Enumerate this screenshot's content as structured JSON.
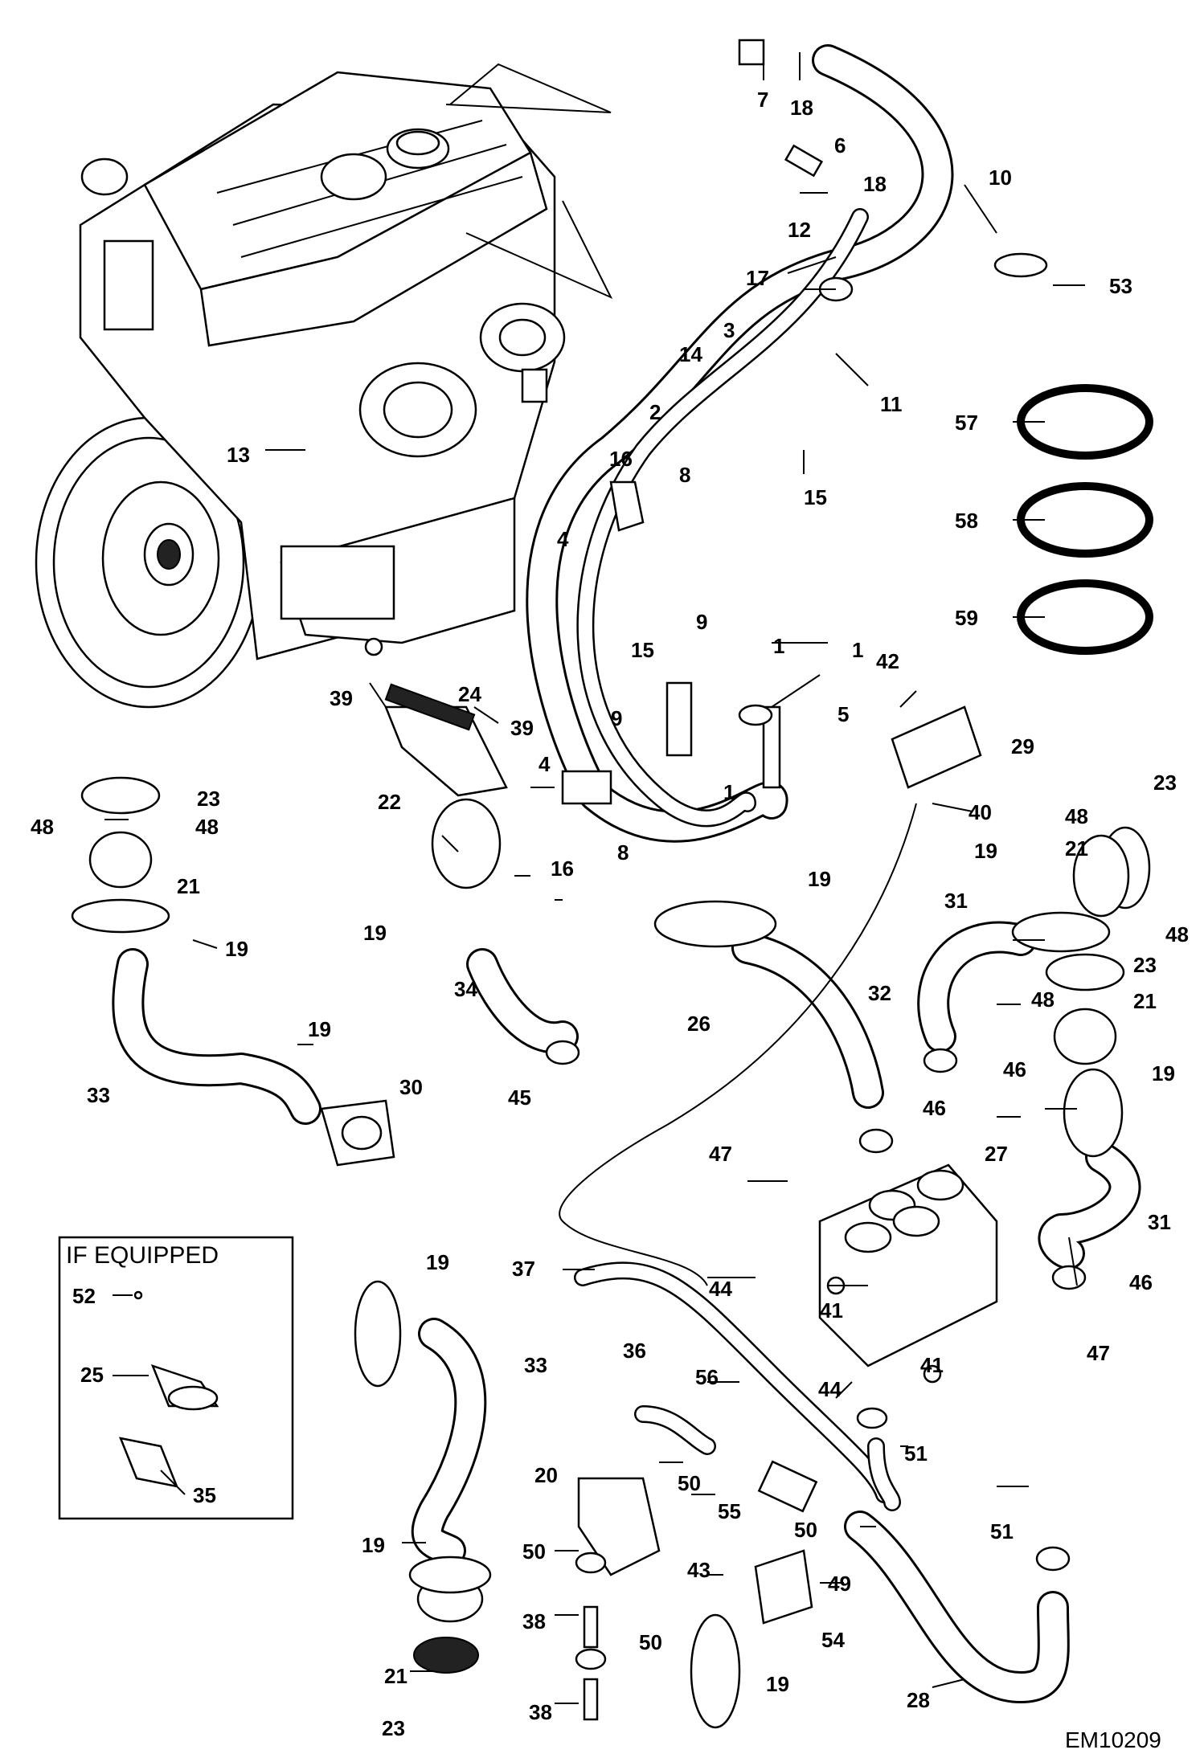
{
  "reference_code": "EM10209",
  "inset": {
    "title": "IF EQUIPPED",
    "labels": [
      "52",
      "25",
      "35"
    ]
  },
  "callouts": [
    "7",
    "18",
    "6",
    "18",
    "10",
    "12",
    "17",
    "53",
    "3",
    "14",
    "2",
    "11",
    "57",
    "58",
    "59",
    "13",
    "16",
    "8",
    "4",
    "15",
    "9",
    "1",
    "1",
    "15",
    "5",
    "9",
    "1",
    "42",
    "29",
    "39",
    "24",
    "39",
    "4",
    "22",
    "16",
    "8",
    "40",
    "23",
    "48",
    "48",
    "21",
    "19",
    "19",
    "34",
    "19",
    "23",
    "48",
    "21",
    "19",
    "48",
    "31",
    "32",
    "26",
    "23",
    "48",
    "21",
    "33",
    "19",
    "30",
    "45",
    "46",
    "46",
    "19",
    "27",
    "47",
    "31",
    "37",
    "44",
    "46",
    "41",
    "19",
    "33",
    "36",
    "56",
    "44",
    "47",
    "41",
    "20",
    "50",
    "55",
    "50",
    "51",
    "51",
    "19",
    "50",
    "43",
    "49",
    "38",
    "50",
    "54",
    "21",
    "38",
    "19",
    "28",
    "23"
  ]
}
